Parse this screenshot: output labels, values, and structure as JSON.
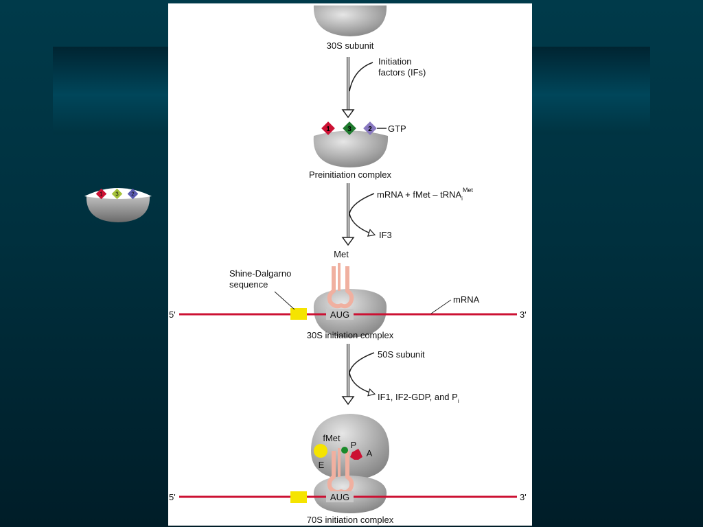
{
  "diagram": {
    "subunit_30s": "30S subunit",
    "initiation_factors_line1": "Initiation",
    "initiation_factors_line2": "factors (IFs)",
    "if_badges": [
      "1",
      "3",
      "2"
    ],
    "gtp": "GTP",
    "preinitiation_complex": "Preinitiation complex",
    "mrna_fmet_trna": "mRNA + fMet – tRNA",
    "trna_subscript": "i",
    "trna_superscript": "Met",
    "if3": "IF3",
    "met": "Met",
    "shine_dalgarno_line1": "Shine-Dalgarno",
    "shine_dalgarno_line2": "sequence",
    "mrna": "mRNA",
    "five_prime": "5'",
    "three_prime": "3'",
    "aug": "AUG",
    "initiation_complex_30s": "30S initiation complex",
    "subunit_50s": "50S subunit",
    "released_factors": "IF1, IF2-GDP, and P",
    "released_factors_subscript": "i",
    "fmet": "fMet",
    "site_p": "P",
    "site_a": "A",
    "site_e": "E",
    "initiation_complex_70s": "70S initiation complex"
  },
  "colors": {
    "background": "#003a4a",
    "mrna_line": "#cc1133",
    "shine_dalgarno": "#f5e400",
    "if1": "#cc1133",
    "if3": "#1f7a2e",
    "if2": "#8878c0",
    "trna": "#f0b0a0",
    "e_site": "#f5e400",
    "p_site": "#1a8a2a",
    "a_site": "#cc1133"
  },
  "left_decor": {
    "badges": [
      "1",
      "3",
      "2"
    ]
  }
}
